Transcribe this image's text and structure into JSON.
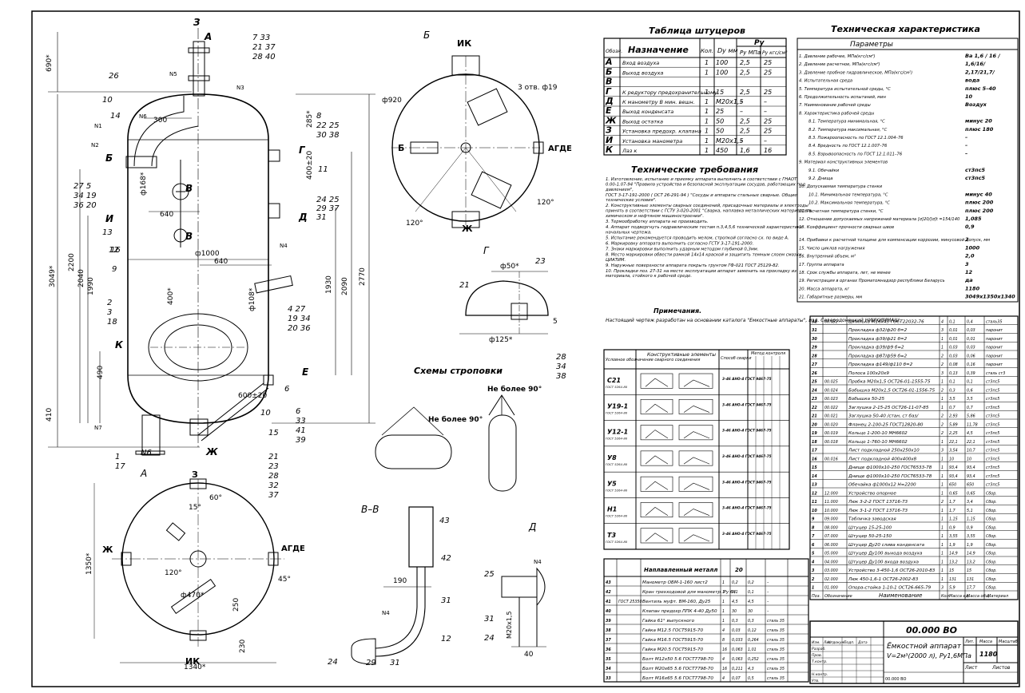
{
  "colors": {
    "ink": "#000000",
    "paper": "#ffffff"
  },
  "views": {
    "view_b_label": "Б",
    "view_a_label": "А",
    "view_g_label": "Г",
    "view_d_label": "Д",
    "section_vv_label": "В–В",
    "slinging_title": "Схемы строповки",
    "sling_angle_1": "Не более 90°",
    "sling_angle_2": "Не более 90°"
  },
  "main_view": {
    "dims": [
      "690*",
      "2200",
      "2040",
      "1990",
      "3049*",
      "410",
      "490",
      "1930",
      "2090",
      "2770",
      "285*",
      "400±20",
      "600±20",
      "400*",
      "640",
      "640",
      "300",
      "ф1000",
      "ф168*",
      "ф108*"
    ],
    "letters": [
      "А",
      "Б",
      "В",
      "В",
      "Г",
      "Д",
      "Е",
      "Ж",
      "З",
      "И",
      "К"
    ],
    "nozzles": [
      "N1",
      "N2",
      "N3",
      "N4",
      "N5",
      "N6",
      "N7"
    ]
  },
  "view_b_dims": {
    "d920": "ф920",
    "holes": "3 отв. ф19",
    "angle": "120°",
    "nozzle_code": "АГДЕ"
  },
  "view_a_dims": {
    "d470": "ф470*",
    "d1340": "1340*",
    "h1350": "1350*",
    "a15": "15°",
    "a60": "60°",
    "a120": "120°",
    "a45": "45°",
    "d250": "250",
    "d230": "230",
    "nozzle_code": "АГДЕ"
  },
  "view_g_dims": {
    "d50": "ф50*",
    "d125": "ф125*",
    "d5": "5"
  },
  "section_dims": {
    "d190": "190",
    "m20": "М20х1,5",
    "d40": "40"
  },
  "nozzle_table": {
    "title": "Таблица штуцеров",
    "headers": [
      "Обозн.",
      "Назначение",
      "Кол.",
      "Dу мм",
      "Ру МПа",
      "Ру кгс/см²"
    ],
    "rows": [
      [
        "А",
        "Вход воздуха",
        "1",
        "100",
        "2,5",
        "25"
      ],
      [
        "Б",
        "Выход воздуха",
        "1",
        "100",
        "2,5",
        "25"
      ],
      [
        "В",
        "",
        "",
        "",
        "",
        ""
      ],
      [
        "Г",
        "К редуктору предохранительному",
        "1",
        "15",
        "2,5",
        "25"
      ],
      [
        "Д",
        "К манометру В мин. вешн.",
        "1",
        "М20х1,5",
        "–",
        "–"
      ],
      [
        "Е",
        "Выход конденсата",
        "1",
        "25",
        "–",
        "–"
      ],
      [
        "Ж",
        "Выход остатка",
        "1",
        "50",
        "2,5",
        "25"
      ],
      [
        "З",
        "Установка предохр. клапана",
        "1",
        "50",
        "2,5",
        "25"
      ],
      [
        "И",
        "Установка манометра",
        "1",
        "М20х1,5",
        "–",
        "–"
      ],
      [
        "К",
        "Лаз к",
        "1",
        "450",
        "1,6",
        "16"
      ]
    ]
  },
  "tech_char": {
    "title": "Техническая характеристика",
    "header": "Параметры",
    "rows": [
      [
        "1. Давление рабочее, МПа(кгс/см²)",
        "Ва 1,6 / 16 /"
      ],
      [
        "2. Давление расчетное, МПа(кгс/см²)",
        "1,6/16/"
      ],
      [
        "3. Давление пробное гидравлическое, МПа(кгс/см²)",
        "2,17/21,7/"
      ],
      [
        "4. Испытательная среда",
        "вода"
      ],
      [
        "5. Температура испытательной среды, °С",
        "плюс 5–40"
      ],
      [
        "6. Продолжительность испытаний, мин",
        "10"
      ],
      [
        "7. Наименование рабочей среды",
        "Воздух"
      ],
      [
        "8. Характеристика рабочей среды",
        ""
      ],
      [
        "8.1. Температура минимальная, °С",
        "минус 20"
      ],
      [
        "8.2. Температура максимальная, °С",
        "плюс 180"
      ],
      [
        "8.3. Пожароопасность по ГОСТ 12.1.004–76",
        "–"
      ],
      [
        "8.4. Вредность по ГОСТ 12.1.007–76",
        "–"
      ],
      [
        "8.5. Взрывоопасность по ГОСТ 12.1.011–76",
        "–"
      ],
      [
        "9. Материал конструктивных элементов",
        ""
      ],
      [
        "9.1. Обечайки",
        "ст3пс5"
      ],
      [
        "9.2. Днища",
        "ст3пс5"
      ],
      [
        "10. Допускаемая температура стенки",
        ""
      ],
      [
        "10.1. Минимальная температура, °С",
        "минус 40"
      ],
      [
        "10.2. Максимальная температура, °С",
        "плюс 200"
      ],
      [
        "11. Расчетная температура стенки, °С",
        "плюс 200"
      ],
      [
        "12. Отношение допускаемых напряжений материала [σ]20/[σ]t =154/140",
        "1,085"
      ],
      [
        "13. Коэффициент прочности сварных швов",
        "0,9"
      ],
      [
        "14. Прибавки к расчетной толщине для компенсации коррозии, минусовой допуск, мм",
        "2"
      ],
      [
        "15. Число циклов нагружения",
        "1000"
      ],
      [
        "16. Внутренний объем, м³",
        "2,0"
      ],
      [
        "17. Группа аппарата",
        "3"
      ],
      [
        "18. Срок службы аппарата, лет, не менее",
        "12"
      ],
      [
        "19. Регистрация в органах Проматомнадзор республики Беларусь",
        "да"
      ],
      [
        "20. Масса аппарата, кг",
        "1180"
      ],
      [
        "21. Габаритные размеры, мм",
        "3049х1350х1340"
      ]
    ]
  },
  "requirements": {
    "title": "Технические требования",
    "items": [
      "1. Изготовление, испытание и приемку аппарата выполнить в соответствии с ГНАОТ 0.00-1.07-94 \"Правила устройства и безопасной эксплуатации сосудов, работающих под давлением\",",
      "ГОСТ 3-17-191-2000 ( ОСТ 26-291-94 ) \"Сосуды и аппараты стальные сварные. Общие технические условия\".",
      "2. Конструктивные элементы сварных соединений, присадочные материалы и электроды принять в соответствии с ГСТУ 3-020-2001 \"Сварка, наплавка металлических материалов в химическом и нефтяном машиностроении\".",
      "3. Термообработку аппарата не производить.",
      "4. Аппарат подвергнуть гидравлическим тестам п.3,4,5,6 технической характеристики начальных чертежа.",
      "5. Испытание рекомендуется проводить мелом, стропкой согласно сх. по виде А.",
      "6. Маркировку аппарата выполнить согласно ГСТУ 3-17-191-2000.",
      "7. Знаки маркировки выполнить ударным методом глубиной 0,3мм.",
      "8. Место маркировки обвести рамкой 14х14 краской и защитить темным слоем смазки ЦИАТИМ.",
      "9. Наружные поверхности аппарата покрыть грунтом ГФ-021 ГОСТ 25129-82.",
      "10. Прокладки поз. 27-31 на месте эксплуатации аппарат заменить на прокладку из материала, стойкого к рабочей среде."
    ],
    "notes_title": "Примечания.",
    "notes_text": "Настоящий чертеж разработан на основании каталога \"Емкостные аппараты\", изд. Северодонецкий НИИХИММАШ."
  },
  "weld_table": {
    "headers": [
      "Условное обозначение сварного соединения",
      "Конструктивные элементы",
      "Способ сварки",
      "Метод контроля"
    ],
    "rows": [
      [
        "С21",
        "ГОСТ 5264-80",
        "3–46 АНО-4 ГОСТ 9467-75"
      ],
      [
        "У19-1",
        "ГОСТ 5264-80",
        "3–46 АНО-4 ГОСТ 9467-75"
      ],
      [
        "У12-1",
        "ГОСТ 5264-80",
        "3–46 АНО-4 ГОСТ 9467-75"
      ],
      [
        "У8",
        "ГОСТ 5264-80",
        "3–46 АНО-4 ГОСТ 9467-75"
      ],
      [
        "У5",
        "ГОСТ 5264-80",
        "3–46 АНО-4 ГОСТ 9467-75"
      ],
      [
        "Н1",
        "ГОСТ 5264-80",
        "3–46 АНО-4 ГОСТ 9467-75"
      ],
      [
        "Т3",
        "ГОСТ 5264-80",
        "3–46 АНО-4 ГОСТ 9467-75"
      ]
    ]
  },
  "bom_upper": [
    [
      "32",
      "00.032",
      "Шпилька М16х45 ГОСТ22032-76",
      "4",
      "0,1",
      "0,4",
      "сталь35"
    ],
    [
      "31",
      "",
      "Прокладка ф32/ф20 б=2",
      "3",
      "0,01",
      "0,03",
      "паронит"
    ],
    [
      "30",
      "",
      "Прокладка ф39/ф21 б=2",
      "1",
      "0,01",
      "0,01",
      "паронит"
    ],
    [
      "29",
      "",
      "Прокладка ф39/ф9 б=2",
      "1",
      "0,03",
      "0,03",
      "паронит"
    ],
    [
      "28",
      "",
      "Прокладка ф87/ф59 б=2",
      "2",
      "0,03",
      "0,06",
      "паронит"
    ],
    [
      "27",
      "",
      "Прокладка ф149/ф110 б=2",
      "2",
      "0,08",
      "0,16",
      "паронит"
    ],
    [
      "26",
      "",
      "Полоса 100х20х9",
      "3",
      "0,13",
      "0,39",
      "сталь ст3"
    ],
    [
      "25",
      "00.025",
      "Пробка М20х1,5 ОСТ26-01-1555-75",
      "1",
      "0,1",
      "0,1",
      "ст3пс5"
    ],
    [
      "24",
      "00.024",
      "Бобышка М20х1,5 ОСТ26-01-1556-75",
      "2",
      "0,3",
      "0,6",
      "ст3пс5"
    ],
    [
      "23",
      "00.023",
      "Бобышка 50-25",
      "1",
      "3,5",
      "3,5",
      "ст3пс5"
    ],
    [
      "22",
      "00.022",
      "Заглушка 2-15-25 ОСТ26-11-07-85",
      "1",
      "0,7",
      "0,7",
      "ст3пс5"
    ],
    [
      "21",
      "00.021",
      "Заглушка 50-40 /стан, ст баз/",
      "2",
      "2,93",
      "5,86",
      "ст3пс5"
    ],
    [
      "20",
      "00.020",
      "Фланец 2-100-25 ГОСТ12820-80",
      "2",
      "5,89",
      "11,78",
      "ст3пс5"
    ],
    [
      "19",
      "00.019",
      "Кольцо 1-200-10 МН6602",
      "2",
      "2,25",
      "4,5",
      "ст3пс5"
    ],
    [
      "18",
      "00.018",
      "Кольцо 1-760-10 МН6602",
      "1",
      "22,1",
      "22,1",
      "ст3пс5"
    ],
    [
      "17",
      "",
      "Лист подкладной 250х250х10",
      "3",
      "3,54",
      "10,7",
      "ст3пс5"
    ],
    [
      "16",
      "00.016",
      "Лист подкладной 400х400х8",
      "1",
      "10",
      "10",
      "ст3пс5"
    ],
    [
      "15",
      "",
      "Днище ф1000х10-250 ГОСТ6533-78",
      "1",
      "93,4",
      "93,4",
      "ст3пс5"
    ],
    [
      "14",
      "",
      "Днище ф1000х10-250 ГОСТ6533-78",
      "1",
      "93,4",
      "93,4",
      "ст3пс5"
    ],
    [
      "13",
      "",
      "Обечайка ф1000х12 Н=2200",
      "1",
      "650",
      "650",
      "ст3пс5"
    ],
    [
      "12",
      "12.000",
      "Устройство опорное",
      "1",
      "0,65",
      "0,65",
      "Сбор."
    ],
    [
      "11",
      "11.000",
      "Люк 3-2-2 ГОСТ 13716-73",
      "2",
      "1,7",
      "3,4",
      "Сбор."
    ],
    [
      "10",
      "10.000",
      "Люк 3-1-2 ГОСТ 13716-73",
      "1",
      "1,7",
      "5,1",
      "Сбор."
    ],
    [
      "9",
      "09.000",
      "Табличка заводская",
      "1",
      "1,15",
      "1,15",
      "Сбор."
    ],
    [
      "8",
      "08.000",
      "Штуцер 15-25-100",
      "1",
      "0,9",
      "0,9",
      "Сбор."
    ],
    [
      "7",
      "07.000",
      "Штуцер 50-25-150",
      "1",
      "3,55",
      "3,55",
      "Сбор."
    ],
    [
      "6",
      "06.000",
      "Штуцер Ду20 слива конденсата",
      "1",
      "1,9",
      "1,9",
      "Сбор."
    ],
    [
      "5",
      "05.000",
      "Штуцер Ду100 выхода воздуха",
      "1",
      "14,9",
      "14,9",
      "Сбор."
    ],
    [
      "4",
      "04.000",
      "Штуцер Ду100 входа воздуха",
      "1",
      "13,2",
      "13,2",
      "Сбор."
    ],
    [
      "3",
      "03.000",
      "Устройство 3-450-1,6 ОСТ26-2010-83",
      "1",
      "15",
      "15",
      "Сбор."
    ],
    [
      "2",
      "02.000",
      "Люк 450-1,6-1 ОСТ26-2002-83",
      "1",
      "131",
      "131",
      "Сбор."
    ],
    [
      "1",
      "01.000",
      "Опора-стойка 1-10-1 ОСТ26-665-79",
      "3",
      "5,9",
      "17,7",
      "Сбор."
    ]
  ],
  "bom_upper_headers": [
    "Поз.",
    "Обозначение",
    "Наименование",
    "Кол.",
    "Масса ед.",
    "Масса общ.",
    "Материал"
  ],
  "bom_lower_title": "Наплавленный металл",
  "bom_lower_qty": "20",
  "bom_lower": [
    [
      "43",
      "",
      "Манометр ОБМ-1-160 лист2",
      "1",
      "0,2",
      "0,2",
      "–"
    ],
    [
      "42",
      "",
      "Кран трехходовой для манометр. Ру 64",
      "1",
      "0,1",
      "0,1",
      "–"
    ],
    [
      "41",
      "ГОСТ 25350",
      "Вентиль муфт. ВМ-160, Ду25",
      "1",
      "4,5",
      "4,5",
      "–"
    ],
    [
      "40",
      "",
      "Клапан предохр.ППК 4-40 Ду50",
      "1",
      "30",
      "30",
      "–"
    ],
    [
      "39",
      "",
      "Гайка 61° выпускного",
      "1",
      "0,3",
      "0,3",
      "сталь 35"
    ],
    [
      "38",
      "",
      "Гайка М12.5 ГОСТ5915-70",
      "4",
      "0,03",
      "0,12",
      "сталь 35"
    ],
    [
      "37",
      "",
      "Гайка М16.5 ГОСТ5915-70",
      "8",
      "0,033",
      "0,264",
      "сталь 35"
    ],
    [
      "36",
      "",
      "Гайка М20.5 ГОСТ5915-70",
      "16",
      "0,063",
      "1,01",
      "сталь 35"
    ],
    [
      "35",
      "",
      "Болт М12х50 5.6 ГОСТ7798-70",
      "4",
      "0,063",
      "0,252",
      "сталь 35"
    ],
    [
      "34",
      "",
      "Болт М20х65 5.6 ГОСТ7798-70",
      "16",
      "0,211",
      "4,3",
      "сталь 35"
    ],
    [
      "33",
      "",
      "Болт М16х65 5.6 ГОСТ7798-70",
      "4",
      "0,07",
      "0,5",
      "сталь 35"
    ]
  ],
  "title_block": {
    "code_top": "00.000 ВО",
    "code_main": "00.000 ВО",
    "name_line1": "Ёмкостной аппарат",
    "name_line2": "V=2м³(2000 л), Ру1,6МПа",
    "mass": "1180",
    "cols": [
      "Лит.",
      "Масса",
      "Масштаб"
    ],
    "sheet": "Лист",
    "sheets": "Листов",
    "roles": [
      "Разраб.",
      "Пров.",
      "Т.контр.",
      "Н.контр.",
      "Утв."
    ],
    "head": [
      "Изм.",
      "Лист",
      "№ докум.",
      "Подп.",
      "Дата"
    ]
  }
}
